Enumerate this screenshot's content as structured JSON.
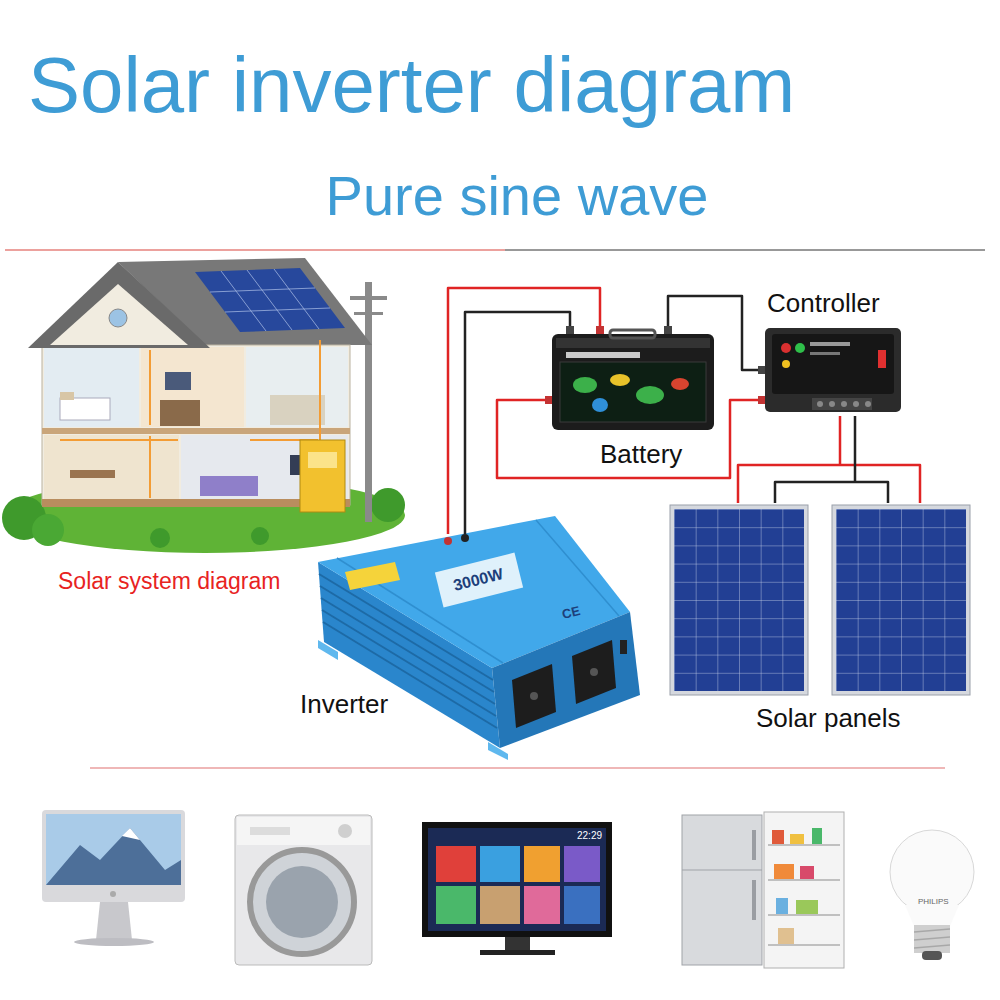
{
  "diagram": {
    "title": "Solar inverter diagram",
    "nodes": [
      {
        "text": [
          "Controller"
        ]
      },
      {
        "text": [
          "Battery"
        ]
      },
      {
        "text": [
          "Inverter"
        ]
      },
      {
        "text": [
          "Solar panels"
        ]
      }
    ],
    "edges": [
      {
        "from": 2,
        "to": 1,
        "arrow": "none"
      },
      {
        "from": 2,
        "to": 1,
        "arrow": "none"
      },
      {
        "from": 1,
        "to": 0,
        "arrow": "none"
      },
      {
        "from": 1,
        "to": 0,
        "arrow": "none"
      },
      {
        "from": 0,
        "to": 3,
        "arrow": "none"
      },
      {
        "from": 0,
        "to": 3,
        "arrow": "none"
      }
    ],
    "labels": [
      "Pure sine wave",
      "Solar system diagram",
      "3000W",
      "CE",
      "22:29",
      "PHILIPS"
    ]
  }
}
